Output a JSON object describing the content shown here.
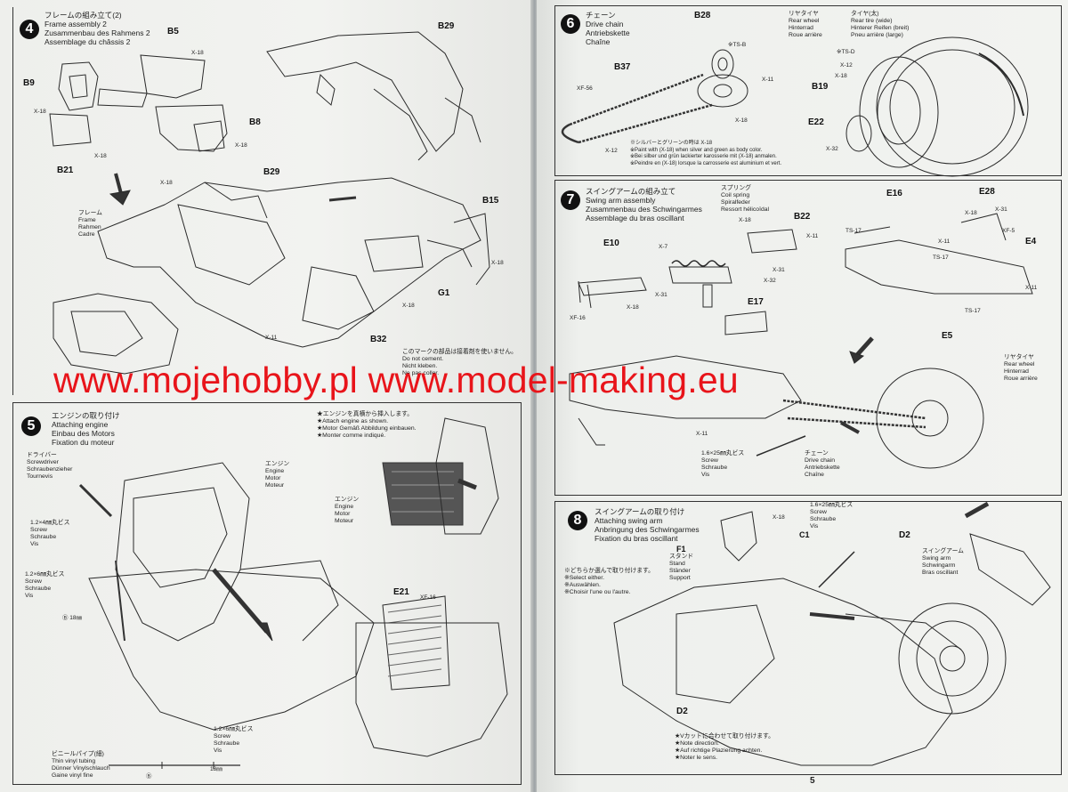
{
  "steps": {
    "s4": {
      "num": "4",
      "title": "フレームの組み立て(2)\nFrame assembly 2\nZusammenbau des Rahmens 2\nAssemblage du châssis 2"
    },
    "s5": {
      "num": "5",
      "title": "エンジンの取り付け\nAttaching engine\nEinbau des Motors\nFixation du moteur"
    },
    "s6": {
      "num": "6",
      "title": "チェーン\nDrive chain\nAntriebskette\nChaîne"
    },
    "s7": {
      "num": "7",
      "title": "スイングアームの組み立て\nSwing arm assembly\nZusammenbau des Schwingarmes\nAssemblage du bras oscillant"
    },
    "s8": {
      "num": "8",
      "title": "スイングアームの取り付け\nAttaching swing arm\nAnbringung des Schwingarmes\nFixation du bras oscillant"
    }
  },
  "s4": {
    "b5": "B5",
    "b29a": "B29",
    "b9": "B9",
    "b8": "B8",
    "b21": "B21",
    "b29b": "B29",
    "b15": "B15",
    "g1": "G1",
    "b32": "B32",
    "x18": "X-18",
    "x11": "X-11",
    "frame": "フレーム\nFrame\nRahmen\nCadre",
    "cement": "このマークの部品は接着剤を使いません。\nDo not cement.\nNicht kleben.\nNe pas coller."
  },
  "s5": {
    "insert_note": "★エンジンを真横から挿入します。\n★Attach engine as shown.\n★Motor Gemäß Abbildung einbauen.\n★Monter comme indiqué.",
    "screwdriver": "ドライバー\nScrewdriver\nSchraubenzieher\nTournevis",
    "screw_4mm": "1.2×4㎜丸ビス\nScrew\nSchraube\nVis",
    "screw_6mm_a": "1.2×6㎜丸ビス\nScrew\nSchraube\nVis",
    "screw_6mm_b": "1.2×6㎜丸ビス\nScrew\nSchraube\nVis",
    "engine_a": "エンジン\nEngine\nMotor\nMoteur",
    "engine_b": "エンジン\nEngine\nMotor\nMoteur",
    "e21": "E21",
    "xf16": "XF-16",
    "b18": "Ⓑ 18㎜",
    "tubing": "ビニールパイプ(細)\nThin vinyl tubing\nDünner Vinylschlauch\nGaine vinyl fine",
    "scale_b": "Ⓑ",
    "scale_18": "18㎜"
  },
  "s6": {
    "b28": "B28",
    "tsb": "※TS-B",
    "b37": "B37",
    "xf56": "XF-56",
    "x11": "X-11",
    "x18": "X-18",
    "x12": "X-12",
    "rear_wheel": "リヤタイヤ\nRear wheel\nHinterrad\nRoue arrière",
    "tire": "タイヤ(太)\nRear tire (wide)\nHinterer Reifen (breit)\nPneu arrière (large)",
    "tsd": "※TS-D",
    "b19": "B19",
    "e22": "E22",
    "x32": "X-32",
    "paint_note": "※シルバーとグリーンの時は X-18\n※Paint with (X-18) when silver and green as body color.\n※Bei silber und grün lackierter karosserie mit (X-18) anmalen.\n※Peindre en (X-18) lorsque la carrosserie est aluminium et vert."
  },
  "s7": {
    "spring": "スプリング\nCoil spring\nSpiralfeder\nRessort hélicoïdal",
    "e16": "E16",
    "e28": "E28",
    "b22": "B22",
    "e10": "E10",
    "e17": "E17",
    "e4": "E4",
    "e5": "E5",
    "x7": "X-7",
    "x31": "X-31",
    "x32": "X-32",
    "x11": "X-11",
    "xf5": "XF-5",
    "ts17": "TS-17",
    "xf16": "XF-16",
    "x18": "X-18",
    "rear_wheel": "リヤタイヤ\nRear wheel\nHinterrad\nRoue arrière",
    "screw": "1.6×25㎜丸ビス\nScrew\nSchraube\nVis",
    "chain": "チェーン\nDrive chain\nAntriebskette\nChaîne"
  },
  "s8": {
    "x18": "X-18",
    "c1": "C1",
    "f1": "F1",
    "stand": "スタンド\nStand\nStänder\nSupport",
    "screw": "1.6×25㎜丸ビス\nScrew\nSchraube\nVis",
    "d2a": "D2",
    "d2b": "D2",
    "swing": "スイングアーム\nSwing arm\nSchwingarm\nBras oscillant",
    "select": "※どちらか選んで取り付けます。\n※Select either.\n※Auswählen.\n※Choisir l'une ou l'autre.",
    "vcut": "★Vカットに合わせて取り付けます。\n★Note direction.\n★Auf richtige Plazierung achten.\n★Noter le sens."
  },
  "watermark": "www.mojehobby.pl www.model-making.eu",
  "page_number": "5",
  "colors": {
    "watermark": "#e8141a",
    "ink": "#222222",
    "paper": "#f0f1ee"
  }
}
